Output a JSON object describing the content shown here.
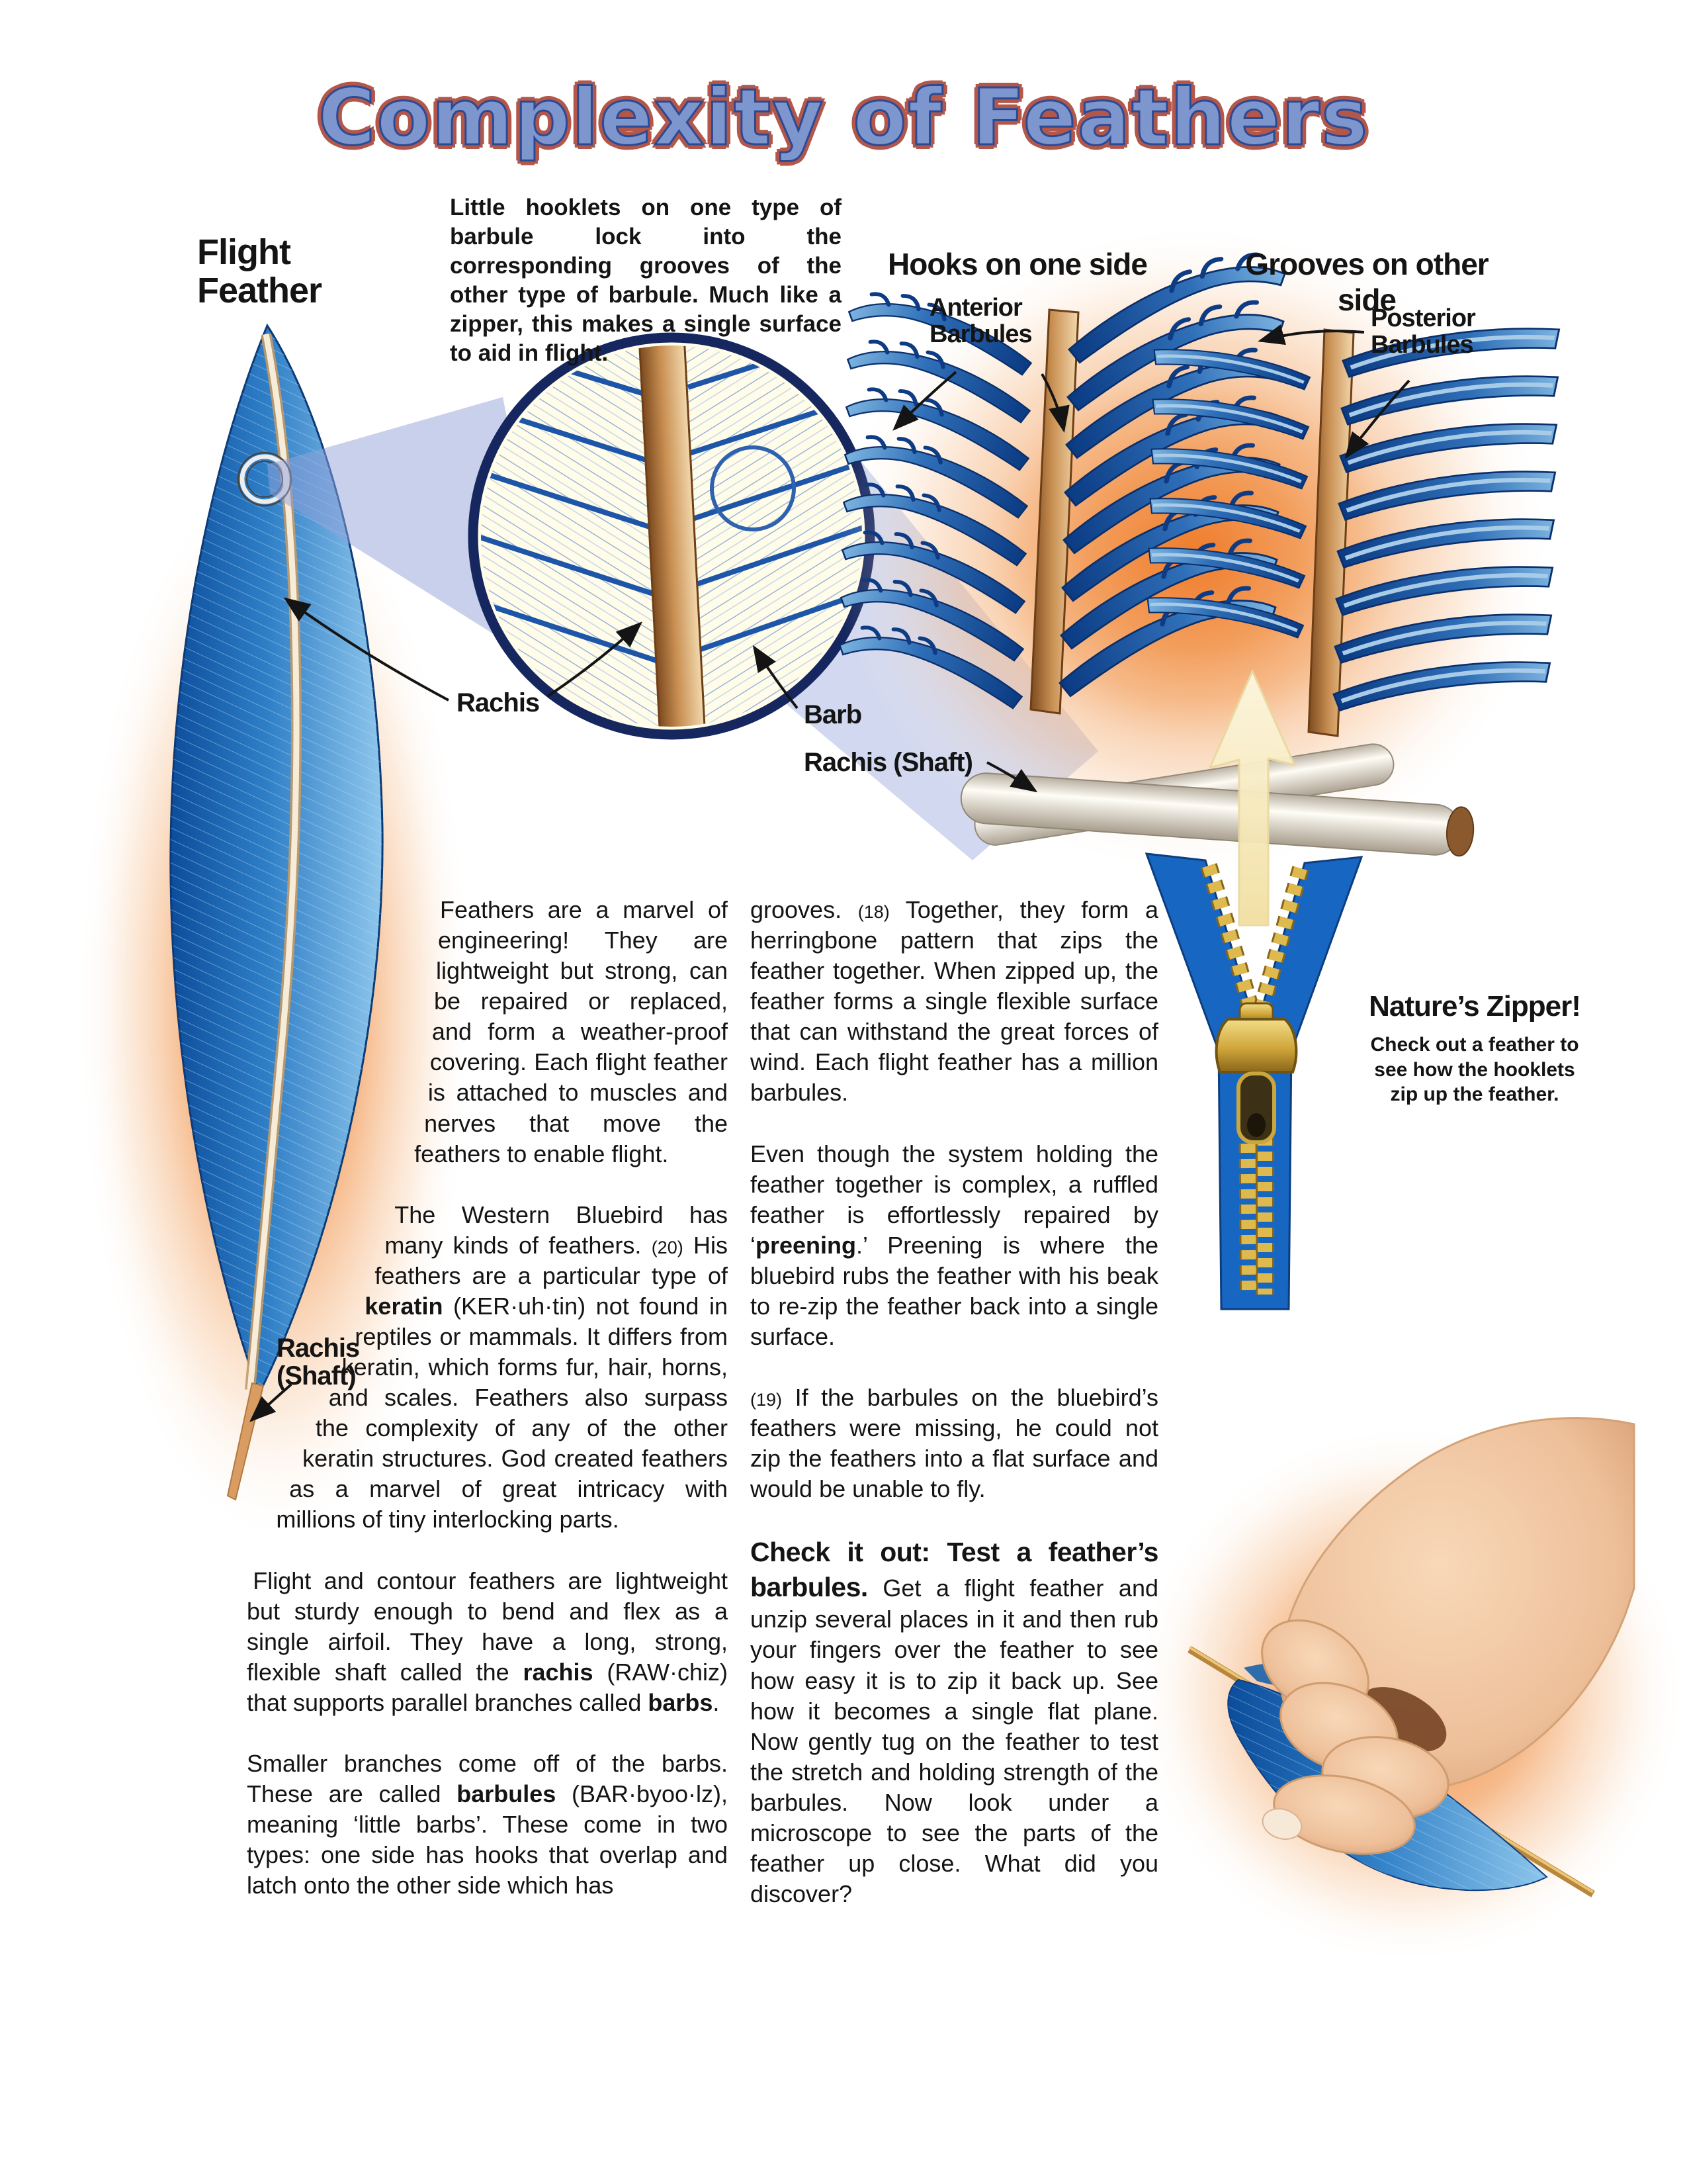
{
  "title": "Complexity of Feathers",
  "colors": {
    "title_blue": "#7e96ce",
    "title_outline_red": "#b2574a",
    "feather_blue": "#2e7ec6",
    "glow_orange": "#ef7a28",
    "zipper_gold": "#d0a63a",
    "zipper_fabric_blue": "#1767c2",
    "rachis_tan": "#c98f52"
  },
  "labels": {
    "flight_feather": "Flight\nFeather",
    "anterior_barbules": "Anterior\nBarbules",
    "posterior_barbules": "Posterior\nBarbules",
    "rachis": "Rachis",
    "barb": "Barb",
    "rachis_shaft_diagram": "Rachis (Shaft)",
    "rachis_shaft_feather": "Rachis\n(Shaft)"
  },
  "headings": {
    "hooks": "Hooks on one side",
    "grooves": "Grooves on other side"
  },
  "intro": "Little hooklets on one type of barbule lock into the corresponding grooves of the other type of barbule. Much like a zipper, this makes a single surface to aid in flight.",
  "natures_zipper": {
    "heading": "Nature’s Zipper!",
    "body": "Check out a feather to see how the hooklets zip up the feather."
  },
  "article": {
    "col1": [
      [
        "Feathers are a marvel of engineering! They are lightweight but strong, can be repaired or replaced, and form a weather-proof covering. Each flight feather is attached to muscles and nerves that move the feathers to enable flight."
      ],
      [
        "The Western Bluebird has many kinds of feathers. ",
        {
          "t": "(20)",
          "style": "small"
        },
        " His feathers are a particular type of ",
        {
          "t": "keratin",
          "style": "bold"
        },
        " (KER·uh·tin) not found in reptiles or mammals. It differs from keratin, which forms fur, hair, horns, and scales. Feathers also surpass the complexity of any of the other keratin structures. God created feathers as a marvel of great intricacy with millions of tiny interlocking parts."
      ],
      [
        "Flight and contour feathers are lightweight but sturdy enough to bend and flex as a single airfoil. They have a long, strong, flexible shaft called the ",
        {
          "t": "rachis",
          "style": "bold"
        },
        " (RAW·chiz) that supports parallel branches called ",
        {
          "t": "barbs",
          "style": "bold"
        },
        "."
      ],
      [
        "Smaller branches come off of the barbs. These are called ",
        {
          "t": "barbules",
          "style": "bold"
        },
        " (BAR·byoo·lz), meaning ‘little barbs’. These come in two types: one side has hooks that overlap and latch onto the other side which has"
      ]
    ],
    "col2": [
      [
        "grooves. ",
        {
          "t": "(18)",
          "style": "small"
        },
        " Together, they form a herringbone pattern that zips the feather together. When zipped up, the feather forms a single flexible surface that can withstand the great forces of wind. Each flight feather has a million barbules."
      ],
      [
        "Even though the system holding the feather together is complex, a ruffled feather is effortlessly repaired by ‘",
        {
          "t": "preening",
          "style": "bold"
        },
        ".’ Preening is where the bluebird rubs the feather with his beak to re-zip the feather back into a single surface."
      ],
      [
        {
          "t": "(19)",
          "style": "small"
        },
        " If the barbules on the bluebird’s feathers were missing, he could not zip the feathers into a flat surface and would be unable to fly."
      ]
    ],
    "check_it_out": [
      {
        "t": "Check it out: Test a feather’s barbules.",
        "style": "callout"
      },
      " Get a flight feather and unzip several places in it and then rub your fingers over the feather to see how easy it is to zip it back up. See how it becomes a single flat plane. Now gently tug on the feather to test the stretch and holding strength of the barbules. Now look under a microscope to see the parts of the feather up close. What did you discover?"
    ]
  }
}
